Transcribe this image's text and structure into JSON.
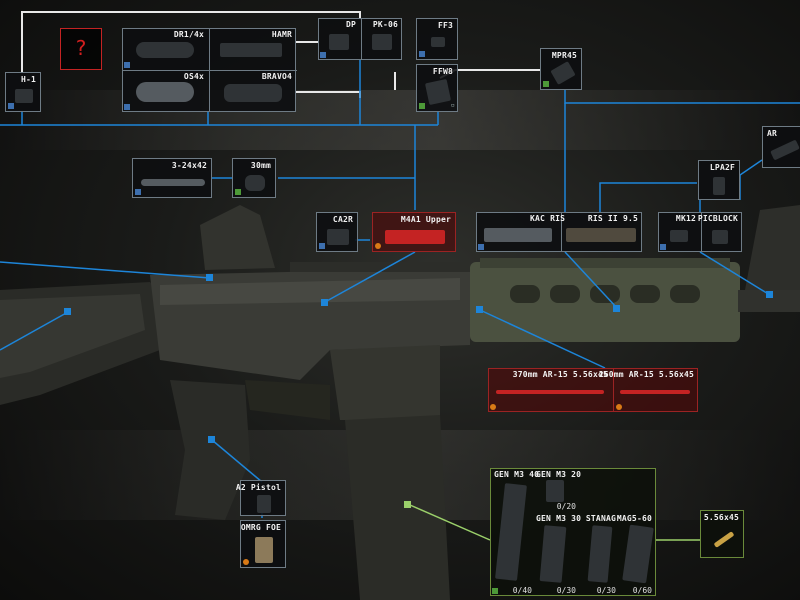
{
  "colors": {
    "accent": "#1d85d9",
    "line_white": "#e8e8e8",
    "missing": "#d21f1f",
    "mag_green": "#9bd06a"
  },
  "slots": {
    "unknown": {
      "label": "?"
    },
    "dr14x": {
      "label": "DR1/4x"
    },
    "hamr": {
      "label": "HAMR"
    },
    "os4x": {
      "label": "OS4x"
    },
    "bravo4": {
      "label": "BRAVO4"
    },
    "h1": {
      "label": "H-1"
    },
    "dp": {
      "label": "DP"
    },
    "pk06": {
      "label": "PK-06"
    },
    "ff3": {
      "label": "FF3"
    },
    "ffw8": {
      "label": "FFW8"
    },
    "mpr45": {
      "label": "MPR45"
    },
    "ar": {
      "label": "AR"
    },
    "scope": {
      "label": "3-24x42"
    },
    "ring": {
      "label": "30mm"
    },
    "lpa2f": {
      "label": "LPA2F"
    },
    "ca2r": {
      "label": "CA2R"
    },
    "m4a1": {
      "label": "M4A1 Upper"
    },
    "kacris": {
      "label": "KAC RIS"
    },
    "ris2": {
      "label": "RIS II 9.5"
    },
    "mk12": {
      "label": "MK12"
    },
    "picblock": {
      "label": "PICBLOCK"
    },
    "barrel370": {
      "label": "370mm AR-15 5.56x45"
    },
    "barrel260": {
      "label": "260mm AR-15 5.56x45"
    },
    "a2pistol": {
      "label": "A2 Pistol"
    },
    "omrg": {
      "label": "OMRG FOE"
    },
    "genm340": {
      "label": "GEN M3 40",
      "count": "0/40"
    },
    "genm320": {
      "label": "GEN M3 20",
      "count": "0/20"
    },
    "genm330": {
      "label": "GEN M3 30",
      "count": "0/30"
    },
    "stanag": {
      "label": "STANAG",
      "count": "0/30"
    },
    "mag5_60": {
      "label": "MAG5-60",
      "count": "0/60"
    },
    "ammo": {
      "label": "5.56x45"
    }
  }
}
